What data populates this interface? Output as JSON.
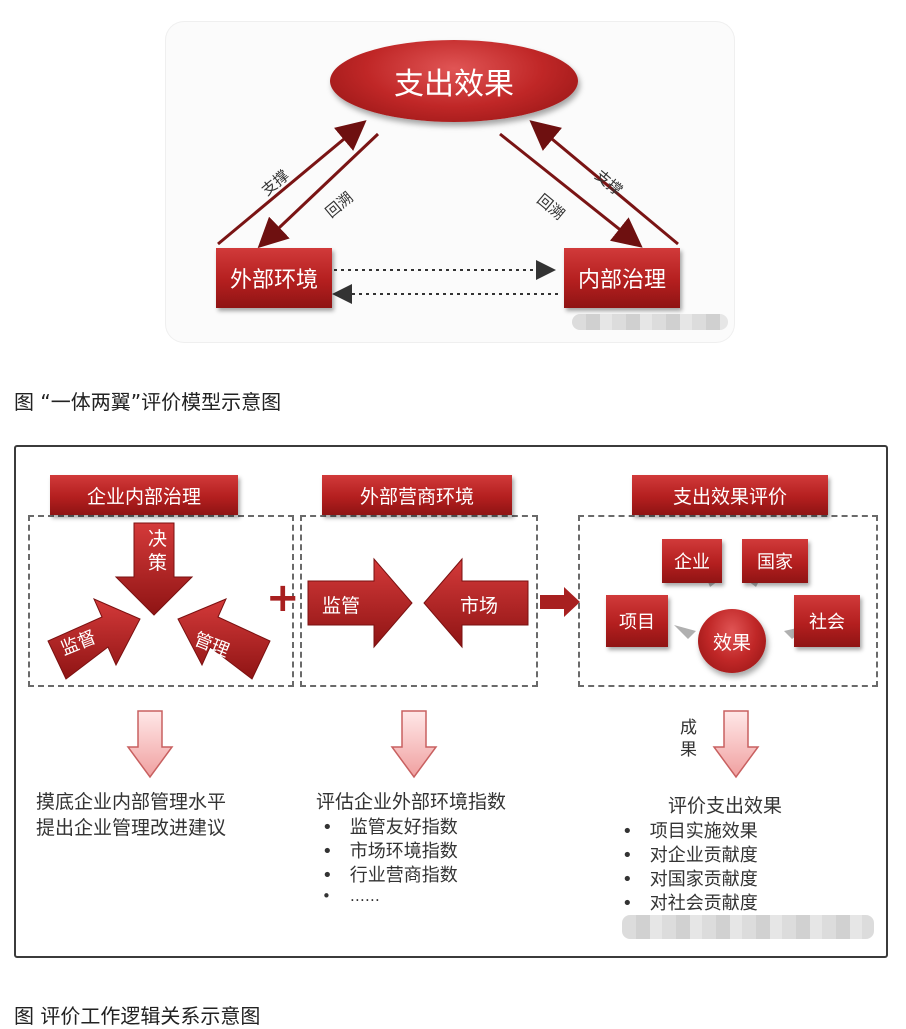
{
  "diagram1": {
    "center": "支出效果",
    "left_box": "外部环境",
    "right_box": "内部治理",
    "left_support": "支撑",
    "left_trace": "回溯",
    "right_support": "支撑",
    "right_trace": "回溯"
  },
  "caption1": "图 “一体两翼”评价模型示意图",
  "diagram2": {
    "section1": {
      "title": "企业内部治理",
      "decision": "决策",
      "supervise": "监督",
      "manage": "管理",
      "result_lines": [
        "摸底企业内部管理水平",
        "提出企业管理改进建议"
      ]
    },
    "plus": "+",
    "section2": {
      "title": "外部营商环境",
      "supervise": "监管",
      "market": "市场",
      "result_title": "评估企业外部环境指数",
      "bullets": [
        "监管友好指数",
        "市场环境指数",
        "行业营商指数",
        "……"
      ]
    },
    "section3": {
      "title": "支出效果评价",
      "enterprise": "企业",
      "state": "国家",
      "project": "项目",
      "society": "社会",
      "effect": "效果",
      "outcome_label": "成果",
      "result_title": "评价支出效果",
      "bullets": [
        "项目实施效果",
        "对企业贡献度",
        "对国家贡献度",
        "对社会贡献度"
      ]
    }
  },
  "caption2": "图 评价工作逻辑关系示意图"
}
